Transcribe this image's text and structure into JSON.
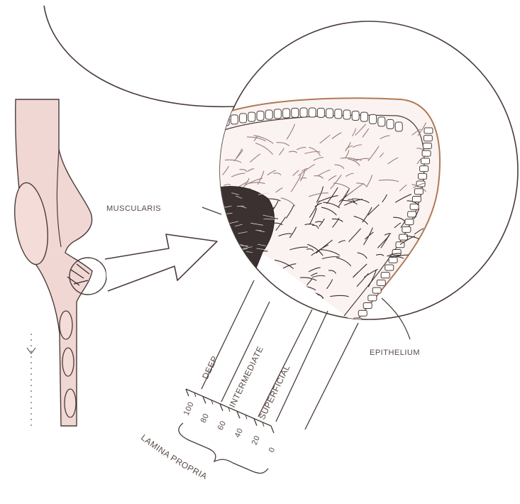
{
  "labels": {
    "muscularis": "MUSCULARIS",
    "epithelium": "EPITHELIUM",
    "deep": "DEEP",
    "intermediate": "INTERMEDIATE",
    "superficial": "SUPERFICIAL",
    "lamina_propria": "LAMINA PROPRIA"
  },
  "scale_ticks": [
    "100",
    "80",
    "60",
    "40",
    "20",
    "0"
  ],
  "colors": {
    "tissue": "#f1d7d4",
    "line": "#4a3c39",
    "epithelium_edge": "#b07a55",
    "muscle": "#2f2626"
  }
}
